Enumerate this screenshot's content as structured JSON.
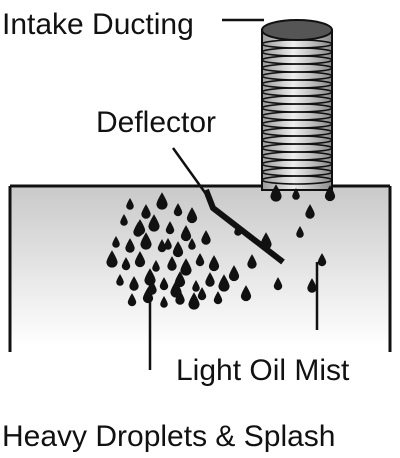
{
  "labels": {
    "intake_ducting": "Intake Ducting",
    "deflector": "Deflector",
    "light_oil_mist": "Light Oil Mist",
    "heavy_droplets": "Heavy Droplets & Splash"
  },
  "colors": {
    "ink": "#111111",
    "tank_top": "#c9c9c9",
    "tank_bottom": "#ffffff",
    "duct_fill": "#d6d6d6"
  }
}
